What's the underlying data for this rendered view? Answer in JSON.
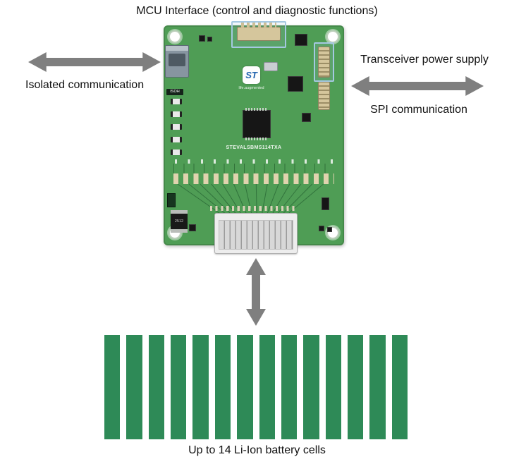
{
  "title": "MCU Interface (control and diagnostic functions)",
  "labels": {
    "isolated": "Isolated communication",
    "transceiver": "Transceiver power supply",
    "spi": "SPI communication",
    "battery": "Up to 14 Li-Ion battery cells"
  },
  "board": {
    "name": "STEVALSBMS114TXA",
    "logo_text": "ST",
    "logo_tagline": "life.augmented",
    "silk_labels": {
      "usb": "ISOH",
      "shunt": "2512"
    }
  },
  "battery": {
    "cell_count": 14
  },
  "colors": {
    "arrow": "#7f7f7f",
    "cell_green": "#2e8a57",
    "pcb_green": "#4f9d55",
    "highlight_blue": "#a5c8e1"
  }
}
